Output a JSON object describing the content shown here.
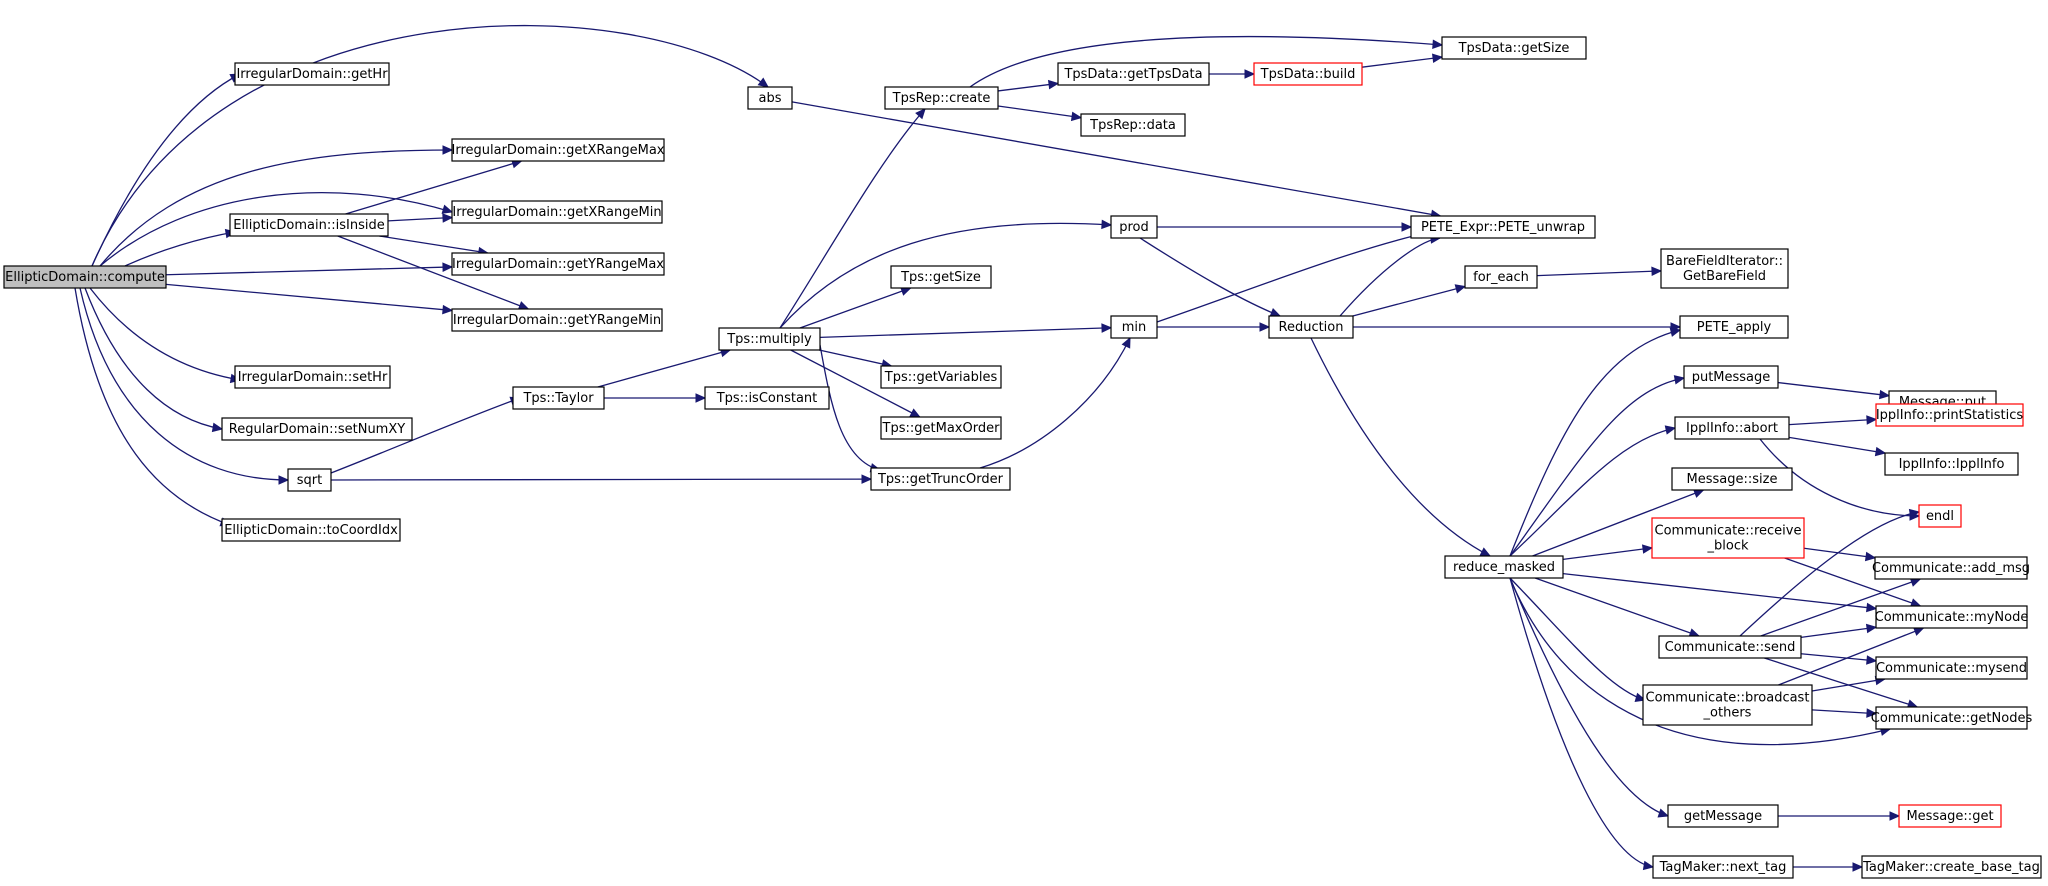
{
  "graph": {
    "nodes": [
      {
        "id": "ec",
        "lines": [
          "EllipticDomain::compute"
        ],
        "style": "root"
      },
      {
        "id": "gethr",
        "lines": [
          "IrregularDomain::getHr"
        ]
      },
      {
        "id": "abs",
        "lines": [
          "abs"
        ]
      },
      {
        "id": "gxmax",
        "lines": [
          "IrregularDomain::getXRangeMax"
        ]
      },
      {
        "id": "gxmin",
        "lines": [
          "IrregularDomain::getXRangeMin"
        ]
      },
      {
        "id": "isin",
        "lines": [
          "EllipticDomain::isInside"
        ]
      },
      {
        "id": "gymax",
        "lines": [
          "IrregularDomain::getYRangeMax"
        ]
      },
      {
        "id": "gymin",
        "lines": [
          "IrregularDomain::getYRangeMin"
        ]
      },
      {
        "id": "sethr",
        "lines": [
          "IrregularDomain::setHr"
        ]
      },
      {
        "id": "setnum",
        "lines": [
          "RegularDomain::setNumXY"
        ]
      },
      {
        "id": "sqrt",
        "lines": [
          "sqrt"
        ]
      },
      {
        "id": "tocoord",
        "lines": [
          "EllipticDomain::toCoordIdx"
        ]
      },
      {
        "id": "taylor",
        "lines": [
          "Tps::Taylor"
        ]
      },
      {
        "id": "mult",
        "lines": [
          "Tps::multiply"
        ]
      },
      {
        "id": "iscon",
        "lines": [
          "Tps::isConstant"
        ]
      },
      {
        "id": "create",
        "lines": [
          "TpsRep::create"
        ]
      },
      {
        "id": "gettpsdata",
        "lines": [
          "TpsData::getTpsData"
        ]
      },
      {
        "id": "build",
        "lines": [
          "TpsData::build"
        ],
        "style": "red"
      },
      {
        "id": "tdsize",
        "lines": [
          "TpsData::getSize"
        ]
      },
      {
        "id": "repdata",
        "lines": [
          "TpsRep::data"
        ]
      },
      {
        "id": "prod",
        "lines": [
          "prod"
        ]
      },
      {
        "id": "tgetsize",
        "lines": [
          "Tps::getSize"
        ]
      },
      {
        "id": "min",
        "lines": [
          "min"
        ]
      },
      {
        "id": "getvar",
        "lines": [
          "Tps::getVariables"
        ]
      },
      {
        "id": "getmax",
        "lines": [
          "Tps::getMaxOrder"
        ]
      },
      {
        "id": "trunc",
        "lines": [
          "Tps::getTruncOrder"
        ]
      },
      {
        "id": "unwrap",
        "lines": [
          "PETE_Expr::PETE_unwrap"
        ]
      },
      {
        "id": "red",
        "lines": [
          "Reduction"
        ]
      },
      {
        "id": "foreach",
        "lines": [
          "for_each"
        ]
      },
      {
        "id": "bare",
        "lines": [
          "BareFieldIterator::",
          "GetBareField"
        ]
      },
      {
        "id": "apply",
        "lines": [
          "PETE_apply"
        ]
      },
      {
        "id": "putmsg",
        "lines": [
          "putMessage"
        ]
      },
      {
        "id": "mput",
        "lines": [
          "Message::put"
        ]
      },
      {
        "id": "abort",
        "lines": [
          "IpplInfo::abort"
        ]
      },
      {
        "id": "pstat",
        "lines": [
          "IpplInfo::printStatistics"
        ],
        "style": "red"
      },
      {
        "id": "ippl",
        "lines": [
          "IpplInfo::IpplInfo"
        ]
      },
      {
        "id": "msize",
        "lines": [
          "Message::size"
        ]
      },
      {
        "id": "endl",
        "lines": [
          "endl"
        ],
        "style": "red"
      },
      {
        "id": "recv",
        "lines": [
          "Communicate::receive",
          "_block"
        ],
        "style": "red"
      },
      {
        "id": "reduce",
        "lines": [
          "reduce_masked"
        ]
      },
      {
        "id": "addmsg",
        "lines": [
          "Communicate::add_msg"
        ]
      },
      {
        "id": "mynode",
        "lines": [
          "Communicate::myNode"
        ]
      },
      {
        "id": "send",
        "lines": [
          "Communicate::send"
        ]
      },
      {
        "id": "mysend",
        "lines": [
          "Communicate::mysend"
        ]
      },
      {
        "id": "bcast",
        "lines": [
          "Communicate::broadcast",
          "_others"
        ]
      },
      {
        "id": "getnodes",
        "lines": [
          "Communicate::getNodes"
        ]
      },
      {
        "id": "getmsg",
        "lines": [
          "getMessage"
        ]
      },
      {
        "id": "mget",
        "lines": [
          "Message::get"
        ],
        "style": "red"
      },
      {
        "id": "nexttag",
        "lines": [
          "TagMaker::next_tag"
        ]
      },
      {
        "id": "cbt",
        "lines": [
          "TagMaker::create_base_tag"
        ]
      }
    ],
    "edges": [
      [
        "ec",
        "abs"
      ],
      [
        "ec",
        "gethr"
      ],
      [
        "ec",
        "gxmax"
      ],
      [
        "ec",
        "gxmin"
      ],
      [
        "ec",
        "isin"
      ],
      [
        "ec",
        "gymax"
      ],
      [
        "ec",
        "gymin"
      ],
      [
        "ec",
        "sethr"
      ],
      [
        "ec",
        "setnum"
      ],
      [
        "ec",
        "sqrt"
      ],
      [
        "ec",
        "tocoord"
      ],
      [
        "isin",
        "gxmax"
      ],
      [
        "isin",
        "gxmin"
      ],
      [
        "isin",
        "gymax"
      ],
      [
        "isin",
        "gymin"
      ],
      [
        "abs",
        "unwrap"
      ],
      [
        "sqrt",
        "taylor"
      ],
      [
        "sqrt",
        "trunc"
      ],
      [
        "taylor",
        "mult"
      ],
      [
        "taylor",
        "iscon"
      ],
      [
        "mult",
        "create"
      ],
      [
        "mult",
        "prod"
      ],
      [
        "mult",
        "tgetsize"
      ],
      [
        "mult",
        "min"
      ],
      [
        "mult",
        "getvar"
      ],
      [
        "mult",
        "getmax"
      ],
      [
        "mult",
        "trunc"
      ],
      [
        "create",
        "tdsize"
      ],
      [
        "create",
        "gettpsdata"
      ],
      [
        "create",
        "repdata"
      ],
      [
        "gettpsdata",
        "build"
      ],
      [
        "build",
        "tdsize"
      ],
      [
        "prod",
        "unwrap"
      ],
      [
        "prod",
        "red"
      ],
      [
        "min",
        "unwrap"
      ],
      [
        "min",
        "red"
      ],
      [
        "trunc",
        "min"
      ],
      [
        "red",
        "unwrap"
      ],
      [
        "red",
        "foreach"
      ],
      [
        "red",
        "apply"
      ],
      [
        "red",
        "reduce"
      ],
      [
        "foreach",
        "bare"
      ],
      [
        "reduce",
        "apply"
      ],
      [
        "reduce",
        "putmsg"
      ],
      [
        "reduce",
        "abort"
      ],
      [
        "reduce",
        "msize"
      ],
      [
        "reduce",
        "recv"
      ],
      [
        "reduce",
        "mynode"
      ],
      [
        "reduce",
        "send"
      ],
      [
        "reduce",
        "bcast"
      ],
      [
        "reduce",
        "getnodes"
      ],
      [
        "reduce",
        "getmsg"
      ],
      [
        "reduce",
        "nexttag"
      ],
      [
        "putmsg",
        "mput"
      ],
      [
        "abort",
        "pstat"
      ],
      [
        "abort",
        "ippl"
      ],
      [
        "abort",
        "endl"
      ],
      [
        "recv",
        "addmsg"
      ],
      [
        "recv",
        "mynode"
      ],
      [
        "send",
        "endl"
      ],
      [
        "send",
        "addmsg"
      ],
      [
        "send",
        "mynode"
      ],
      [
        "send",
        "mysend"
      ],
      [
        "send",
        "getnodes"
      ],
      [
        "bcast",
        "mynode"
      ],
      [
        "bcast",
        "mysend"
      ],
      [
        "bcast",
        "getnodes"
      ],
      [
        "getmsg",
        "mget"
      ],
      [
        "nexttag",
        "cbt"
      ]
    ]
  }
}
